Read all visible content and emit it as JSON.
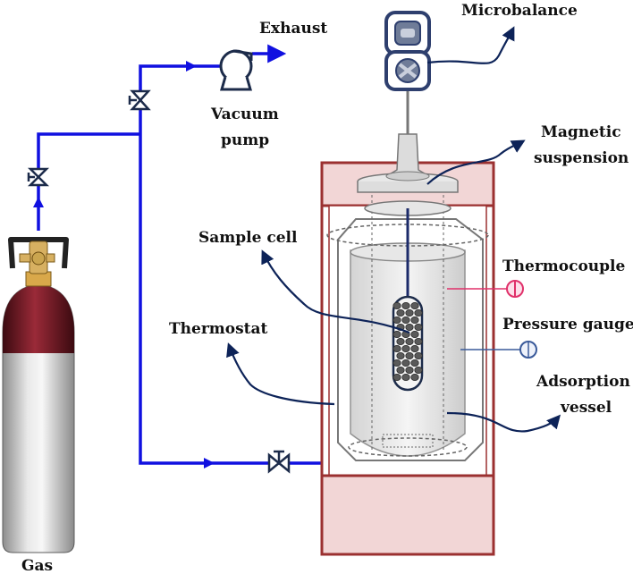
{
  "labels": {
    "exhaust": "Exhaust",
    "microbalance": "Microbalance",
    "vacuum_pump_line1": "Vacuum",
    "vacuum_pump_line2": "pump",
    "magnetic_suspension_line1": "Magnetic",
    "magnetic_suspension_line2": "suspension",
    "sample_cell": "Sample cell",
    "thermocouple": "Thermocouple",
    "thermostat": "Thermostat",
    "pressure_gauge": "Pressure gauge",
    "adsorption_vessel_line1": "Adsorption",
    "adsorption_vessel_line2": "vessel",
    "gas": "Gas"
  },
  "colors": {
    "pipe": "#1010e0",
    "arrow": "#0d2358",
    "thermostat_wall": "#f2d6d6",
    "thermostat_border": "#9b3030",
    "vessel_glass": "#dedede",
    "vessel_outline": "#777777",
    "thermocouple": "#e0306a",
    "pressure_gauge": "#3a5a9a",
    "cylinder_body": "#c9c9c9",
    "cylinder_top": "#7a1b26",
    "valve_brass": "#c99a3c",
    "microbalance_frame": "#2e3f6e",
    "pellet": "#555555"
  },
  "icons": {
    "valve": "valve-icon",
    "pump": "vacuum-pump-icon",
    "gas_cylinder": "gas-cylinder-icon",
    "microbalance": "microbalance-icon"
  }
}
